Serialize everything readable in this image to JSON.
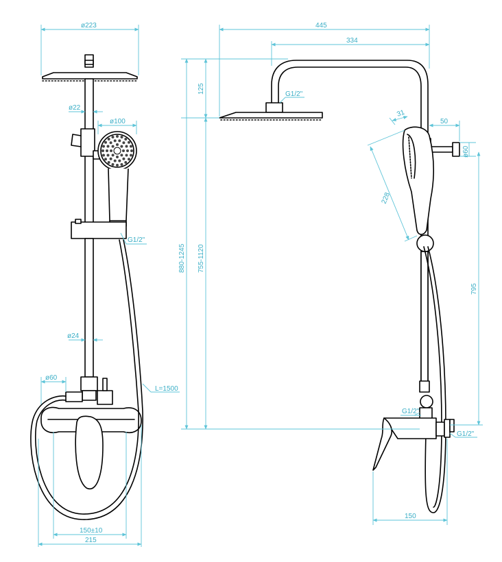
{
  "colors": {
    "line": "#000000",
    "dimension": "#5ec4d8",
    "dimension_text": "#3aaec6",
    "background": "#ffffff"
  },
  "front_view": {
    "d_head": "ø223",
    "d_pipe_top": "ø22",
    "d_handshower": "ø100",
    "thread_hose": "G1/2\"",
    "d_pipe_bottom": "ø24",
    "d_escutcheon": "ø60",
    "hose_length": "L=1500",
    "centers": "150±10",
    "width_total": "215"
  },
  "side_view": {
    "reach_total": "445",
    "arm_reach": "334",
    "head_drop": "125",
    "thread_head": "G1/2\"",
    "height_range_total": "880-1245",
    "height_range_head": "755-1120",
    "handshower_offset": "31",
    "handshower_length": "228",
    "wall_offset": "50",
    "d_wall_fixing": "ø60",
    "fixing_height": "795",
    "thread_diverter": "G1/2\"",
    "thread_inlet": "G1/2\"",
    "mixer_depth": "150"
  }
}
